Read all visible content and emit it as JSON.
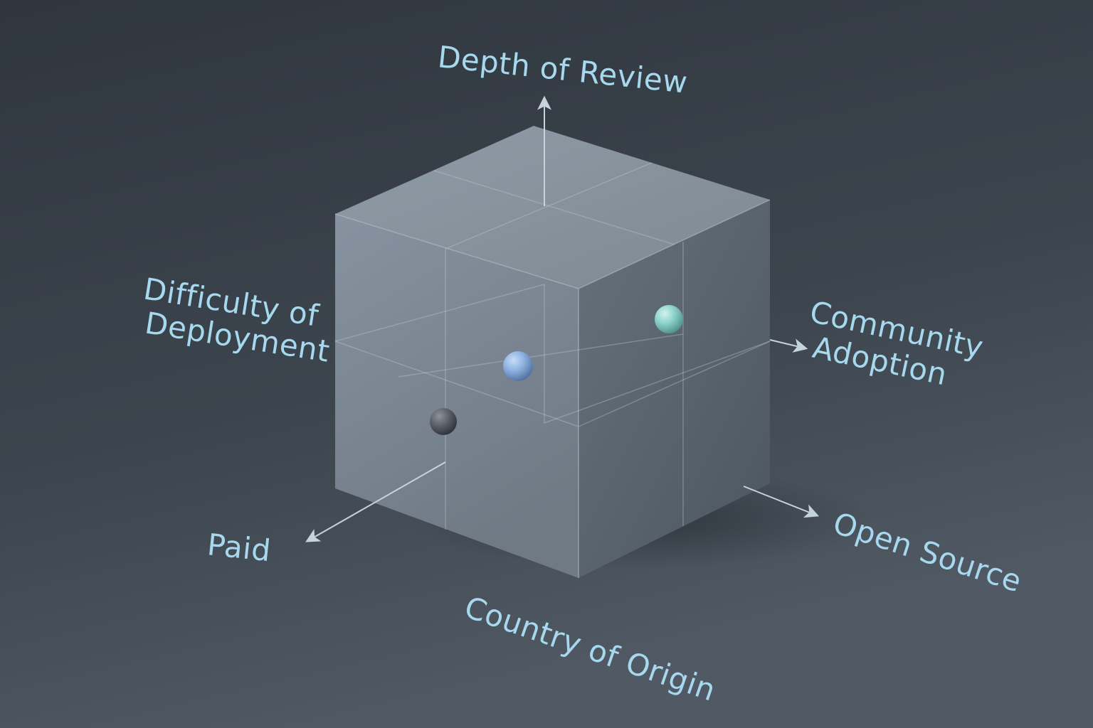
{
  "labels": {
    "depth_of_review": "Depth of Review",
    "difficulty_line1": "Difficulty of",
    "difficulty_line2": "Deployment",
    "community_line1": "Community",
    "community_line2": "Adoption",
    "paid": "Paid",
    "open_source": "Open Source",
    "country_of_origin": "Country of Origin"
  },
  "colors": {
    "background_top": "#2f363e",
    "background_bottom": "#4d5660",
    "label_text": "#a6d8ee",
    "cube_front": "#7d8893",
    "cube_right": "#5a646e",
    "cube_top": "#8e99a3",
    "arrow": "#c4d3dc",
    "sphere_blue": "#8fb4e4",
    "sphere_teal": "#8fd4cc",
    "sphere_gray": "#5a5f66"
  },
  "markers": [
    {
      "name": "blue-sphere",
      "color_key": "sphere_blue"
    },
    {
      "name": "teal-sphere",
      "color_key": "sphere_teal"
    },
    {
      "name": "gray-sphere",
      "color_key": "sphere_gray"
    }
  ]
}
